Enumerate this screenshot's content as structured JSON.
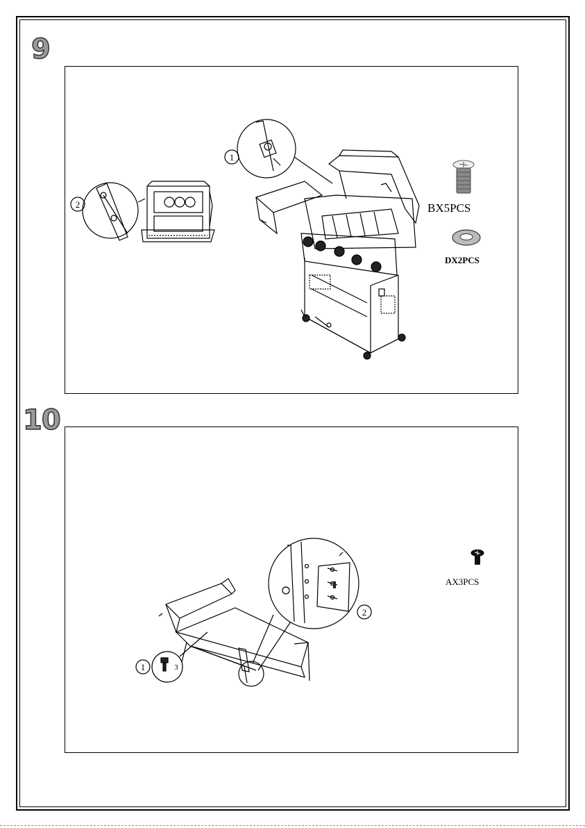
{
  "steps": [
    {
      "number": "9",
      "hardware": [
        {
          "label": "BX5PCS",
          "icon": "screw-icon"
        },
        {
          "label": "DX2PCS",
          "icon": "washer-icon"
        }
      ],
      "callouts": [
        "1",
        "2"
      ]
    },
    {
      "number": "10",
      "hardware": [
        {
          "label": "AX3PCS",
          "icon": "bolt-icon"
        }
      ],
      "callouts": [
        "1",
        "2"
      ],
      "callout_note": "3"
    }
  ]
}
